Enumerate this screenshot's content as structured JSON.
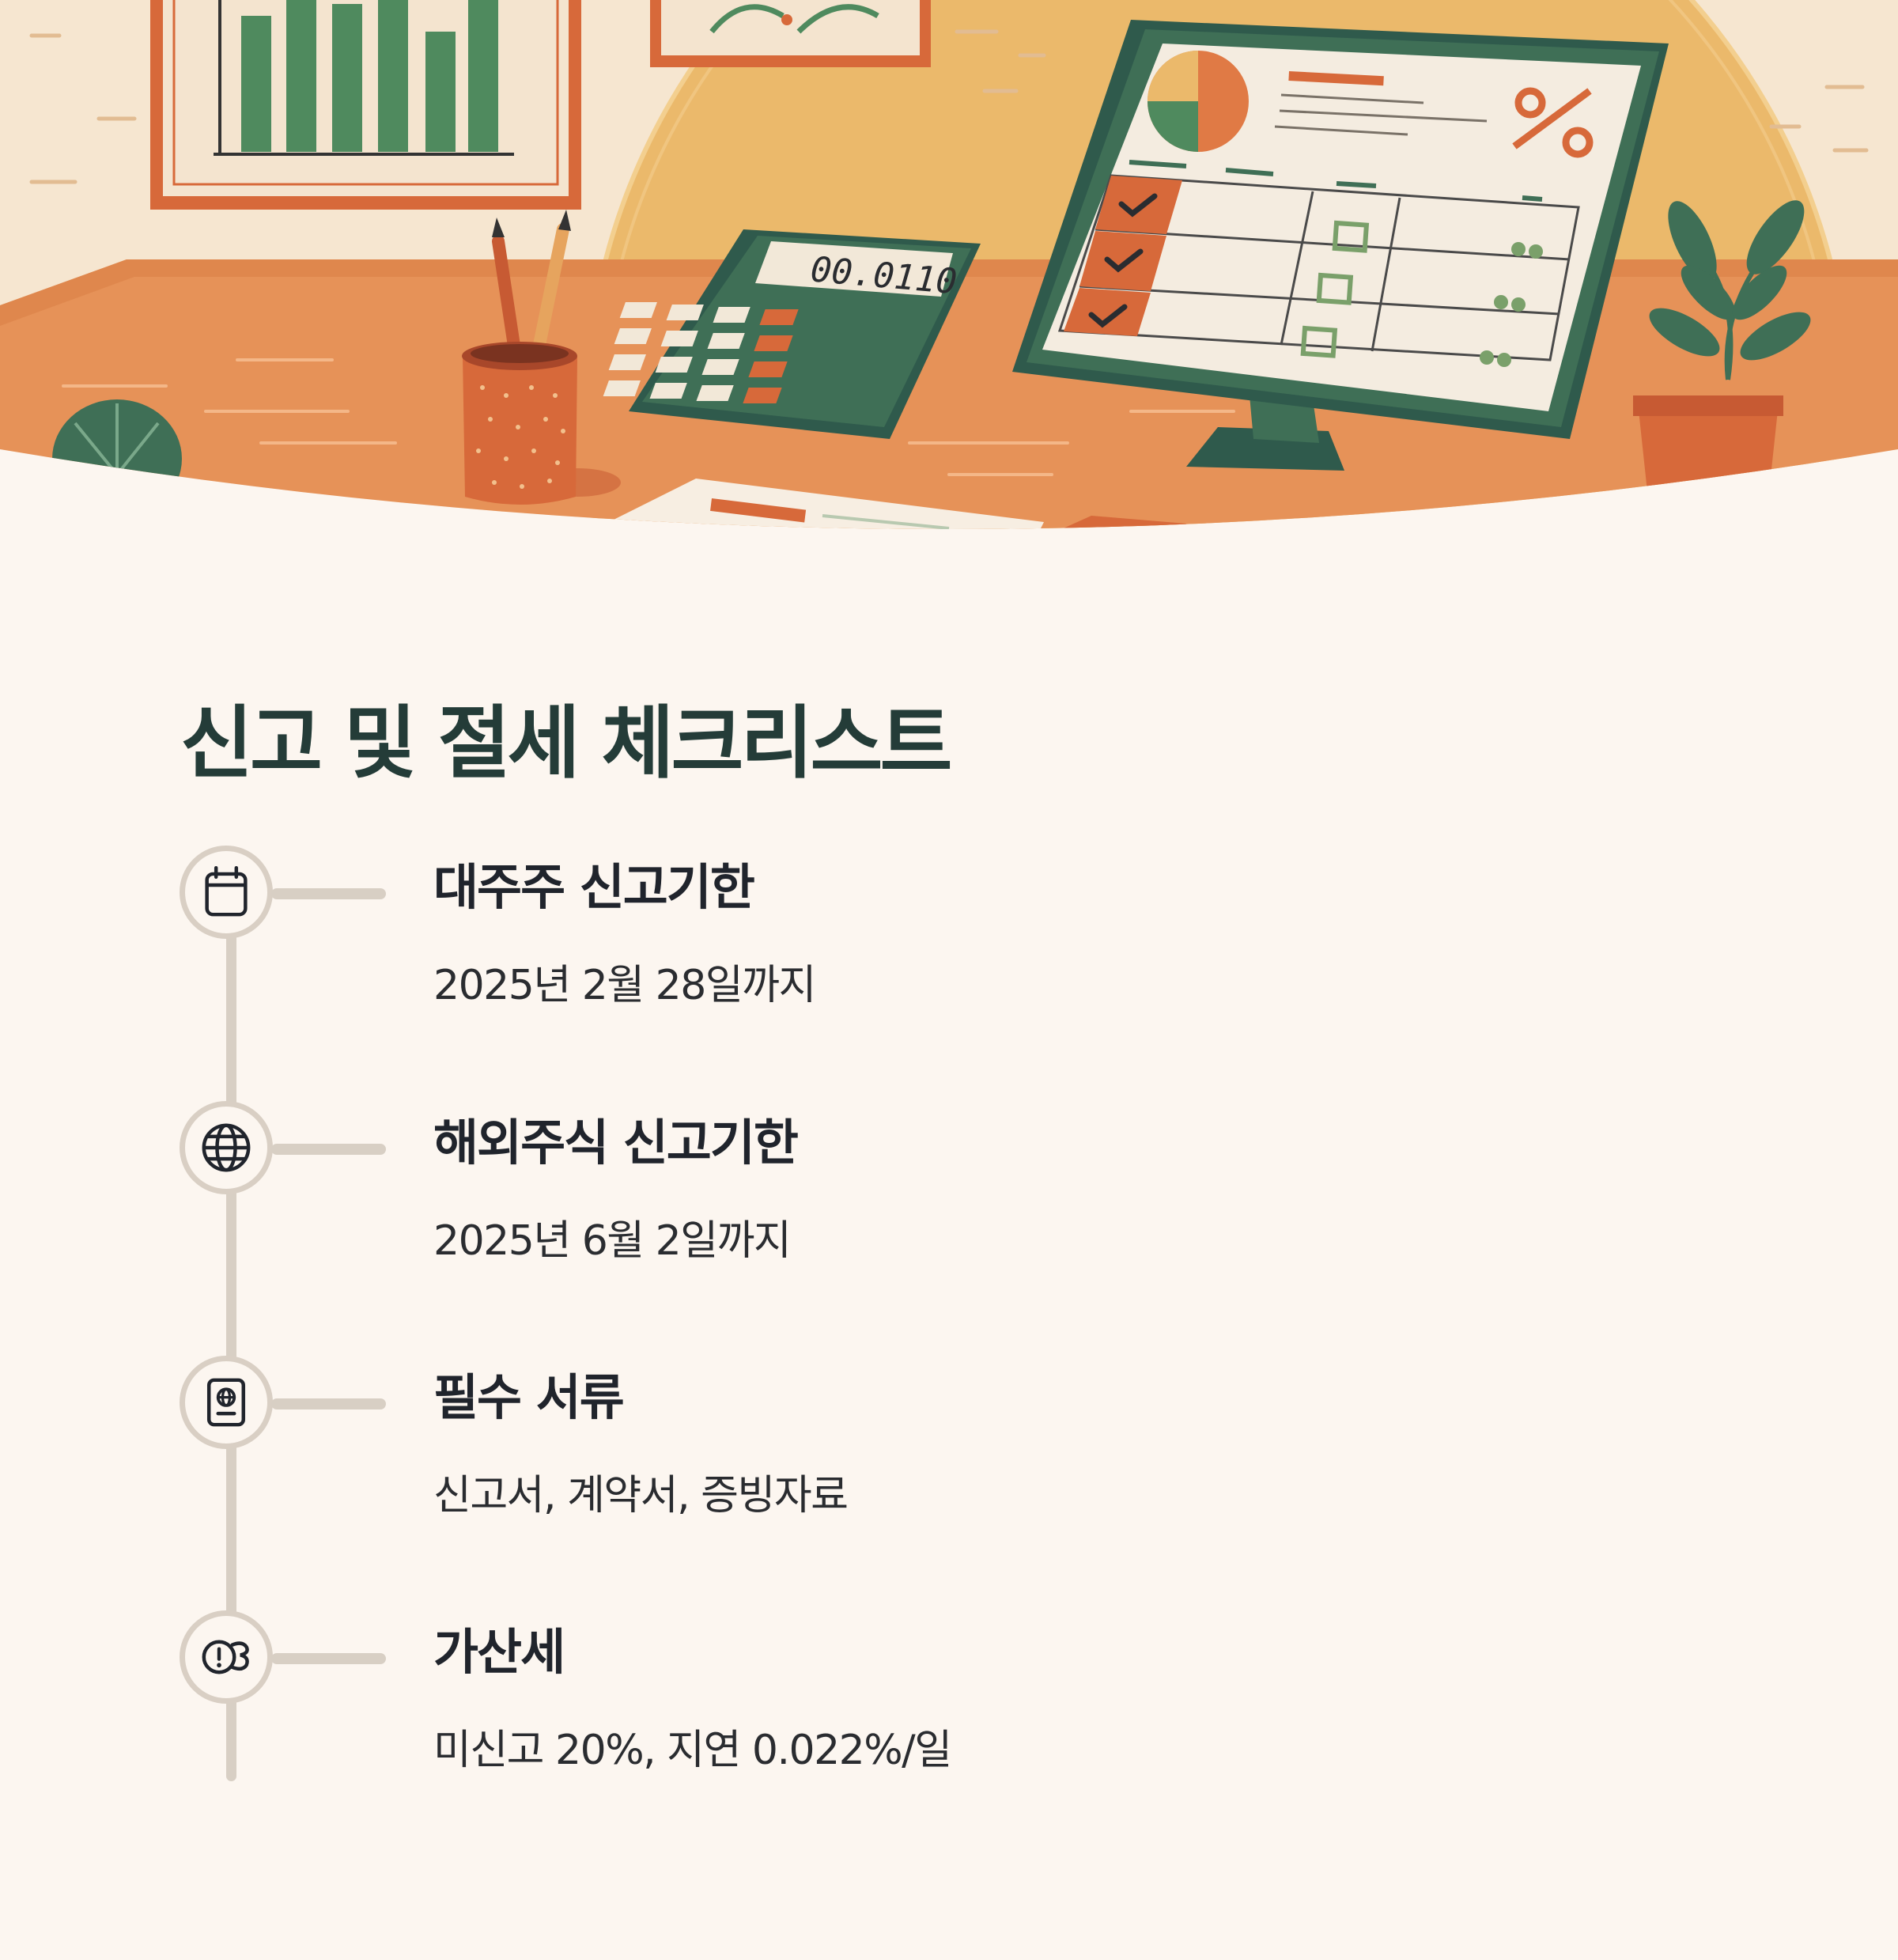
{
  "colors": {
    "background": "#fcf6f0",
    "heading": "#243c38",
    "timeline": "#d8cfc4",
    "accent_orange": "#e07a45",
    "accent_green": "#3f6f56"
  },
  "hero": {
    "calculator_display": "00.0110"
  },
  "checklist": {
    "title": "신고 및 절세 체크리스트",
    "items": [
      {
        "icon": "calendar-icon",
        "title": "대주주 신고기한",
        "description": "2025년 2월 28일까지"
      },
      {
        "icon": "globe-icon",
        "title": "해외주식 신고기한",
        "description": "2025년 6월 2일까지"
      },
      {
        "icon": "passport-icon",
        "title": "필수 서류",
        "description": "신고서, 계약서, 증빙자료"
      },
      {
        "icon": "penalty-alert-icon",
        "title": "가산세",
        "description": "미신고 20%, 지연 0.022%/일"
      }
    ]
  }
}
